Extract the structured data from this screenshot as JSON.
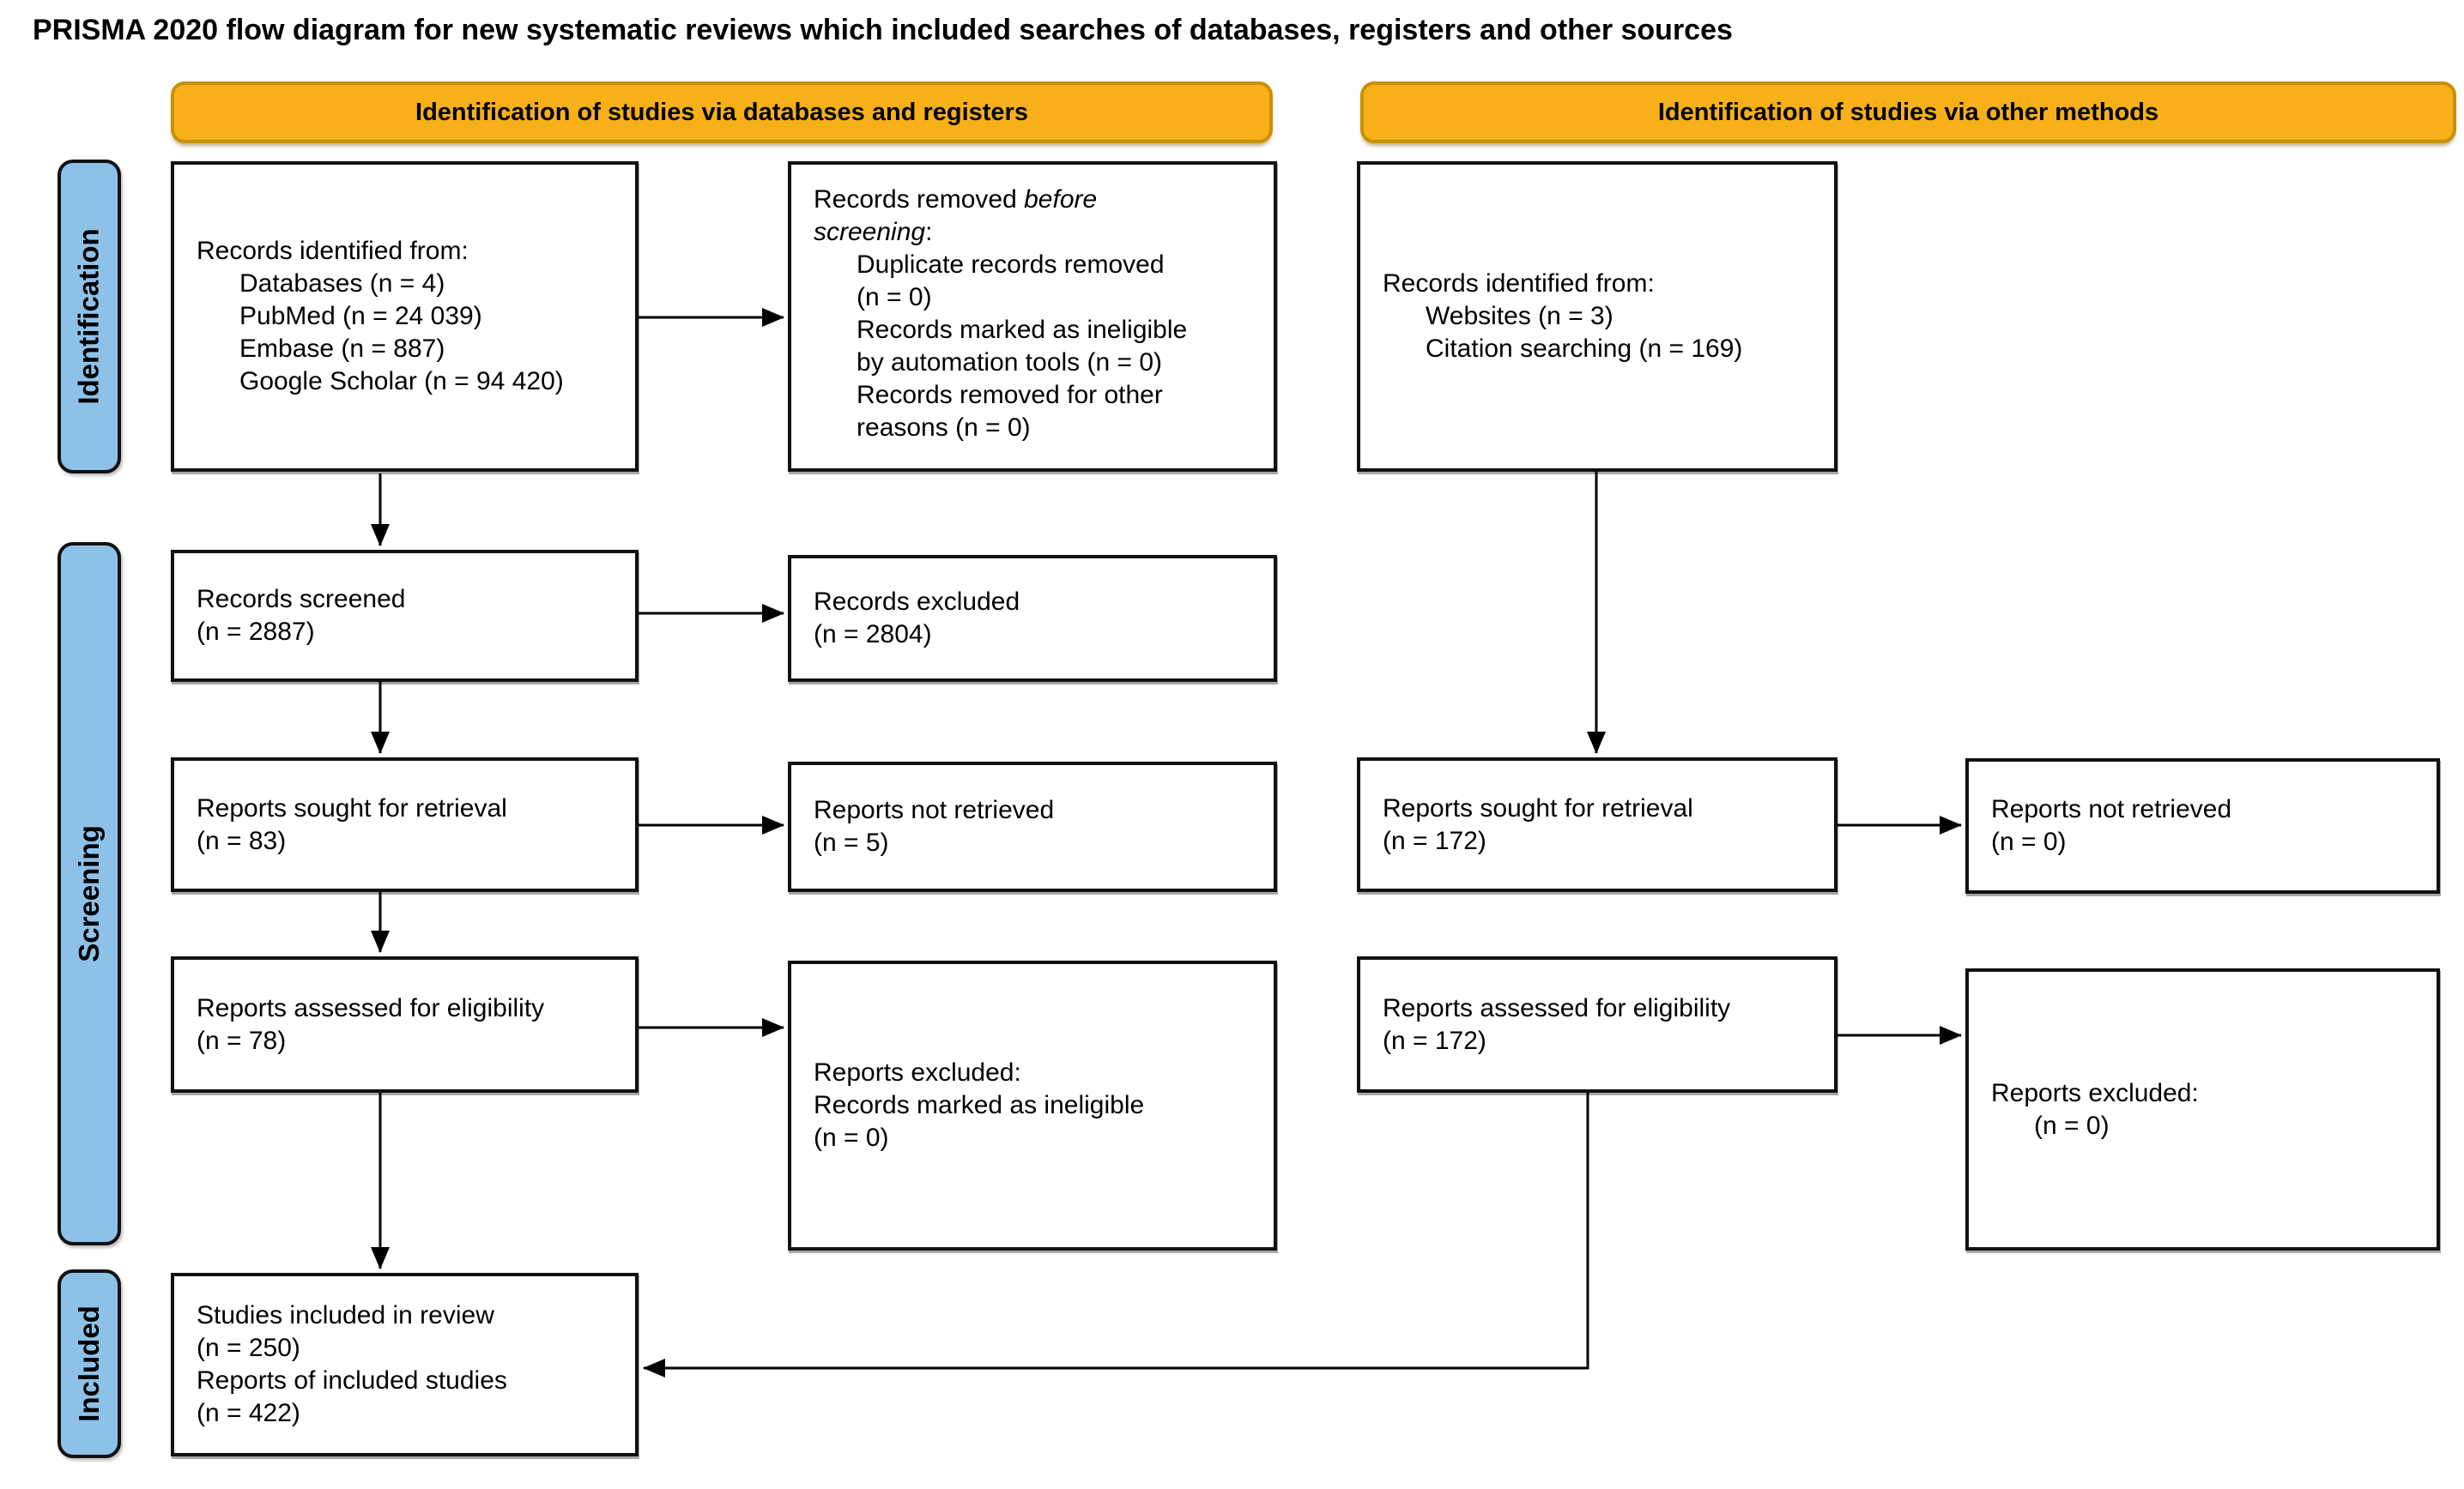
{
  "page": {
    "title": "PRISMA 2020 flow diagram for new systematic reviews which included searches of databases, registers and other sources"
  },
  "colors": {
    "banner_fill": "#F8B018",
    "banner_border": "#C98F05",
    "stage_fill": "#8DC1E8",
    "box_border": "#111111",
    "arrow": "#000000",
    "text": "#000000"
  },
  "banners": {
    "databases": "Identification of studies via databases and registers",
    "other": "Identification of studies via other methods"
  },
  "stages": {
    "identification": "Identification",
    "screening": "Screening",
    "included": "Included"
  },
  "boxes": {
    "db_identified": "Records identified from:\n      Databases (n = 4)\n      PubMed (n = 24 039)\n      Embase (n = 887)\n      Google Scholar (n = 94 420)",
    "removed_before": {
      "prefix": "Records removed ",
      "italic": "before\nscreening",
      "suffix": ":\n      Duplicate records removed\n      (n = 0)\n      Records marked as ineligible\n      by automation tools (n = 0)\n      Records removed for other\n      reasons (n = 0)"
    },
    "other_identified": "Records identified from:\n      Websites (n = 3)\n      Citation searching (n = 169)",
    "records_screened": "Records screened\n(n = 2887)",
    "records_excluded": "Records excluded\n(n = 2804)",
    "reports_sought_db": "Reports sought for retrieval\n(n = 83)",
    "reports_not_retrieved_db": "Reports not retrieved\n(n = 5)",
    "reports_sought_other": "Reports sought for retrieval\n(n = 172)",
    "reports_not_retrieved_other": "Reports not retrieved\n(n = 0)",
    "reports_assessed_db": "Reports assessed for eligibility\n(n = 78)",
    "reports_excluded_db": "Reports excluded:\nRecords marked as ineligible\n(n = 0)",
    "reports_assessed_other": "Reports assessed for eligibility\n(n = 172)",
    "reports_excluded_other": "Reports excluded:\n      (n = 0)",
    "included": "Studies included in review\n(n = 250)\nReports of included studies\n(n = 422)"
  }
}
